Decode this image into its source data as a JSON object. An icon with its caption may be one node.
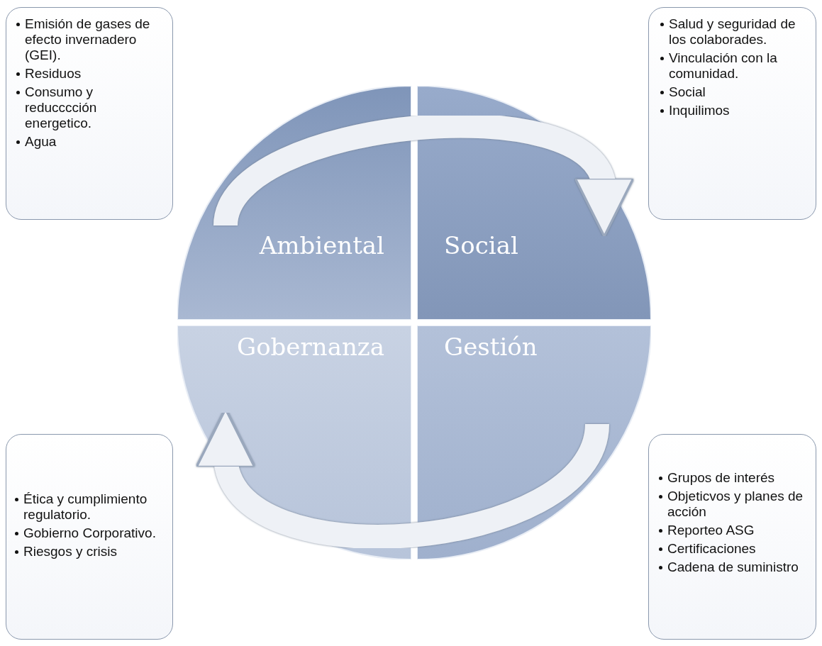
{
  "diagram": {
    "nodes": [
      {
        "text": [
          "Emisión de gases de efecto invernadero (GEI).",
          "Residuos",
          "Consumo y reducccción energetico.",
          "Agua"
        ]
      },
      {
        "text": [
          "Salud y seguridad de los colaborades.",
          "Vinculación con la comunidad.",
          "Social",
          "Inquilimos"
        ]
      },
      {
        "text": [
          "Ambiental"
        ]
      },
      {
        "text": [
          "Social"
        ]
      },
      {
        "text": [
          "Gobernanza"
        ]
      },
      {
        "text": [
          "Gestión"
        ]
      },
      {
        "text": [
          "Ética y cumplimiento regulatorio.",
          "Gobierno Corporativo.",
          "Riesgos y crisis"
        ]
      },
      {
        "text": [
          "Grupos de interés",
          "Objeticvos y planes de acción",
          "Reporteo ASG",
          "Certificaciones",
          "Cadena de suministro"
        ]
      }
    ],
    "edges": [
      {
        "from": 2,
        "to": 3,
        "arrow": "to"
      },
      {
        "from": 5,
        "to": 4,
        "arrow": "to"
      }
    ]
  }
}
